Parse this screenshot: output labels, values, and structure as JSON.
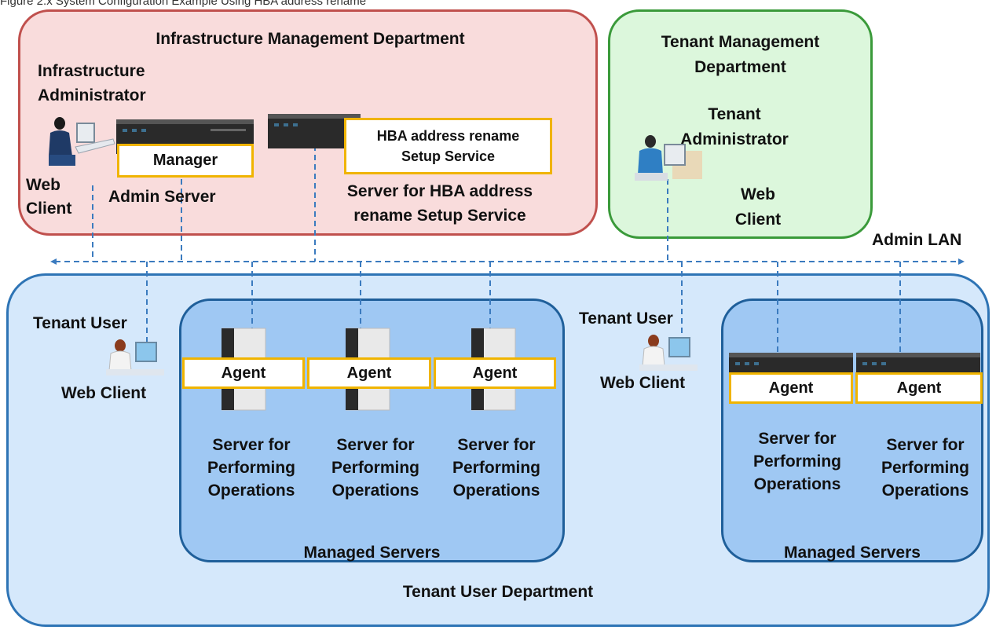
{
  "caption": "Figure 2.x System Configuration Example Using HBA address rename",
  "admin_lan_label": "Admin LAN",
  "infra_dept": {
    "title": "Infrastructure Management Department",
    "admin_label_line1": "Infrastructure",
    "admin_label_line2": "Administrator",
    "web_client_line1": "Web",
    "web_client_line2": "Client",
    "manager_box": "Manager",
    "admin_server_label": "Admin Server",
    "hba_box_line1": "HBA address rename",
    "hba_box_line2": "Setup Service",
    "hba_server_line1": "Server for HBA address",
    "hba_server_line2": "rename Setup Service"
  },
  "tenant_mgmt_dept": {
    "title_line1": "Tenant Management",
    "title_line2": "Department",
    "admin_line1": "Tenant",
    "admin_line2": "Administrator",
    "web_client_line1": "Web",
    "web_client_line2": "Client"
  },
  "tenant_user_dept": {
    "title": "Tenant User Department",
    "left_user_label": "Tenant User",
    "left_web_client": "Web Client",
    "right_user_label": "Tenant User",
    "right_web_client": "Web Client",
    "managed_left_label": "Managed Servers",
    "managed_right_label": "Managed Servers",
    "agent_label": "Agent",
    "server_lines": [
      "Server for",
      "Performing",
      "Operations"
    ]
  },
  "colors": {
    "infra_fill": "#f9dcdc",
    "infra_border": "#c0504d",
    "tenant_mgmt_fill": "#dcf7dc",
    "tenant_mgmt_border": "#3a9a3a",
    "tenant_user_fill": "#d5e8fb",
    "tenant_user_border": "#2e74b5",
    "managed_fill": "#9fc8f3",
    "agent_border": "#f0b400",
    "lan_line": "#3b7bbf"
  }
}
